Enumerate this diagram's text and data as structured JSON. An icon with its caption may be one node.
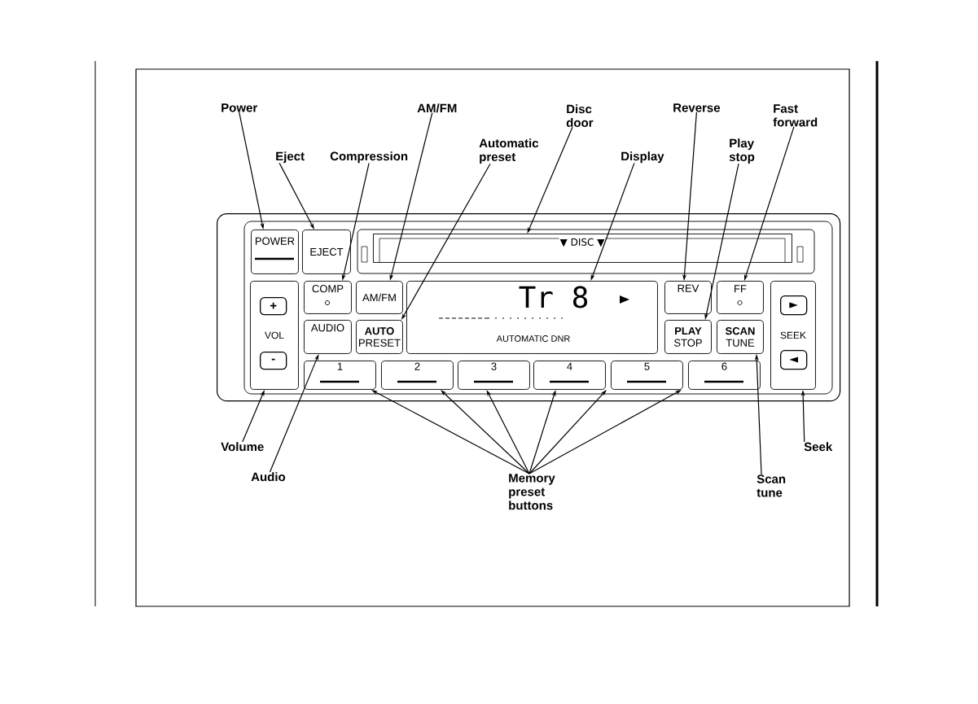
{
  "diagram": {
    "nodes": [
      {
        "text": [
          "Power"
        ]
      },
      {
        "text": [
          "Eject"
        ]
      },
      {
        "text": [
          "Compression"
        ]
      },
      {
        "text": [
          "AM/FM"
        ]
      },
      {
        "text": [
          "Automatic preset"
        ]
      },
      {
        "text": [
          "Disc door"
        ]
      },
      {
        "text": [
          "Display"
        ]
      },
      {
        "text": [
          "Reverse"
        ]
      },
      {
        "text": [
          "Play stop"
        ]
      },
      {
        "text": [
          "Fast forward"
        ]
      },
      {
        "text": [],
        "shape": "box"
      },
      {
        "text": [
          "POWER"
        ],
        "in": 10
      },
      {
        "text": [
          "EJECT"
        ],
        "in": 10
      },
      {
        "text": [
          "▼ DISC ▼"
        ],
        "in": 10
      },
      {
        "text": [
          "VOL"
        ],
        "in": 10
      },
      {
        "text": [
          "+"
        ],
        "in": 14
      },
      {
        "text": [
          "-"
        ],
        "in": 14
      },
      {
        "text": [
          "COMP"
        ],
        "in": 10
      },
      {
        "text": [
          "AM/FM"
        ],
        "in": 10
      },
      {
        "text": [
          "AUDIO"
        ],
        "in": 10
      },
      {
        "text": [
          "AUTO",
          "PRESET"
        ],
        "in": 10
      },
      {
        "text": [
          "Tr 8",
          "AUTOMATIC DNR"
        ],
        "in": 10
      },
      {
        "text": [
          "REV"
        ],
        "in": 10
      },
      {
        "text": [
          "FF"
        ],
        "in": 10
      },
      {
        "text": [
          "PLAY",
          "STOP"
        ],
        "in": 10
      },
      {
        "text": [
          "SCAN",
          "TUNE"
        ],
        "in": 10
      },
      {
        "text": [
          "SEEK"
        ],
        "in": 10
      },
      {
        "text": [
          "►"
        ],
        "in": 26
      },
      {
        "text": [
          "◄"
        ],
        "in": 26
      },
      {
        "text": [
          "1"
        ],
        "in": 10
      },
      {
        "text": [
          "2"
        ],
        "in": 10
      },
      {
        "text": [
          "3"
        ],
        "in": 10
      },
      {
        "text": [
          "4"
        ],
        "in": 10
      },
      {
        "text": [
          "5"
        ],
        "in": 10
      },
      {
        "text": [
          "6"
        ],
        "in": 10
      },
      {
        "text": [
          "Volume"
        ]
      },
      {
        "text": [
          "Audio"
        ]
      },
      {
        "text": [
          "Memory preset buttons"
        ]
      },
      {
        "text": [
          "Scan tune"
        ]
      },
      {
        "text": [
          "Seek"
        ]
      }
    ],
    "edges": [
      {
        "from": 0,
        "to": 11,
        "arrow": "to"
      },
      {
        "from": 1,
        "to": 12,
        "arrow": "to"
      },
      {
        "from": 2,
        "to": 17,
        "arrow": "to"
      },
      {
        "from": 3,
        "to": 18,
        "arrow": "to"
      },
      {
        "from": 4,
        "to": 20,
        "arrow": "to"
      },
      {
        "from": 5,
        "to": 13,
        "arrow": "to"
      },
      {
        "from": 6,
        "to": 21,
        "arrow": "to"
      },
      {
        "from": 7,
        "to": 22,
        "arrow": "to"
      },
      {
        "from": 8,
        "to": 24,
        "arrow": "to"
      },
      {
        "from": 9,
        "to": 23,
        "arrow": "to"
      },
      {
        "from": 35,
        "to": 14,
        "arrow": "to"
      },
      {
        "from": 36,
        "to": 19,
        "arrow": "to"
      },
      {
        "from": 37,
        "to": 29,
        "arrow": "to"
      },
      {
        "from": 37,
        "to": 30,
        "arrow": "to"
      },
      {
        "from": 37,
        "to": 31,
        "arrow": "to"
      },
      {
        "from": 37,
        "to": 32,
        "arrow": "to"
      },
      {
        "from": 37,
        "to": 33,
        "arrow": "to"
      },
      {
        "from": 37,
        "to": 34,
        "arrow": "to"
      },
      {
        "from": 38,
        "to": 25,
        "arrow": "to"
      },
      {
        "from": 39,
        "to": 26,
        "arrow": "to"
      }
    ]
  }
}
